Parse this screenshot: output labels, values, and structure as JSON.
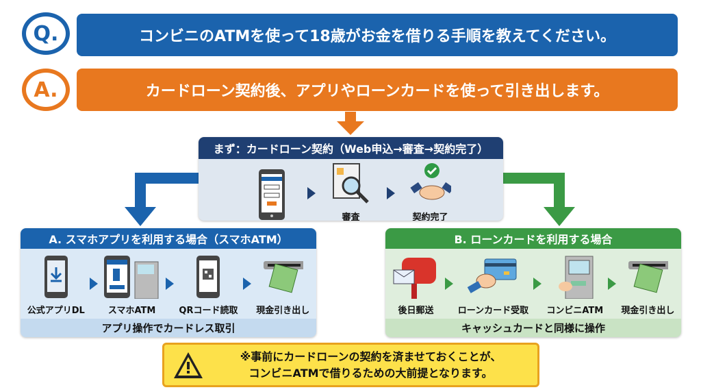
{
  "question": {
    "mark": "Q.",
    "text": "コンビニのATMを使って18歳がお金を借りる手順を教えてください。"
  },
  "answer": {
    "mark": "A.",
    "text": "カードローン契約後、アプリやローンカードを使って引き出します。"
  },
  "first": {
    "title": "まず：カードローン契約（Web申込→審査→契約完了）",
    "steps": [
      {
        "label": ""
      },
      {
        "label": "審査"
      },
      {
        "label": "契約完了"
      }
    ]
  },
  "optionA": {
    "title": "A. スマホアプリを利用する場合（スマホATM）",
    "steps": [
      {
        "label": "公式アプリDL"
      },
      {
        "label": "スマホATM"
      },
      {
        "label": "QRコード読取"
      },
      {
        "label": "現金引き出し"
      }
    ],
    "footer": "アプリ操作でカードレス取引"
  },
  "optionB": {
    "title": "B. ローンカードを利用する場合",
    "steps": [
      {
        "label": "後日郵送"
      },
      {
        "label": "ローンカード受取"
      },
      {
        "label": "コンビニATM"
      },
      {
        "label": "現金引き出し"
      }
    ],
    "footer": "キャッシュカードと同様に操作"
  },
  "warning": {
    "line1": "※事前にカードローンの契約を済ませておくことが、",
    "line2": "コンビニATMで借りるための大前提となります。"
  },
  "colors": {
    "blue": "#1b63ad",
    "orange": "#e8781f",
    "navy": "#1f3f72",
    "green": "#3b9a45",
    "yellow": "#fde14a"
  }
}
